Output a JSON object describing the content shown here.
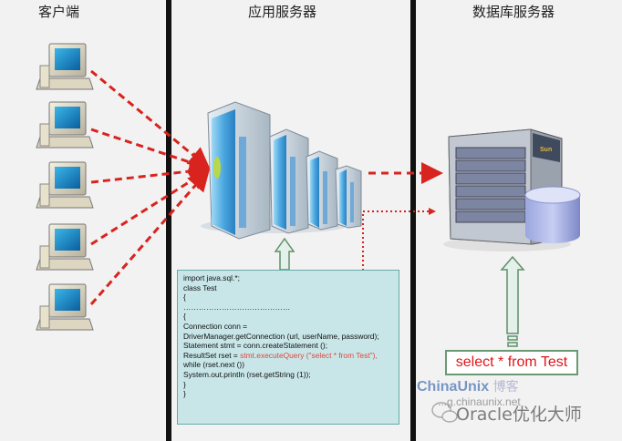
{
  "columns": {
    "client": "客户端",
    "app_server": "应用服务器",
    "db_server": "数据库服务器"
  },
  "code_lines": [
    {
      "text": "import java.sql.*;"
    },
    {
      "text": "class Test"
    },
    {
      "text": "{"
    },
    {
      "text": "……………………………………"
    },
    {
      "text": "{"
    },
    {
      "text": "Connection conn ="
    },
    {
      "text": "DriverManager.getConnection (url, userName, password);"
    },
    {
      "text": "Statement stmt = conn.createStatement ();"
    },
    {
      "text": "ResultSet rset = ",
      "hl": "stmt.executeQuery (\"select * from Test\"),"
    },
    {
      "text": "while (rset.next ())"
    },
    {
      "text": "System.out.println (rset.getString (1));"
    },
    {
      "text": "}"
    },
    {
      "text": "}"
    }
  ],
  "query_label": "select * from Test",
  "watermark": {
    "brand": "ChinaUnix",
    "brand_cn": "博客",
    "url": "...g.chinaunix.net",
    "account": "Oracle优化大师"
  },
  "colors": {
    "arrow_red": "#d8231e",
    "arrow_green": "#5f8f6a",
    "code_bg": "#c8e6e8"
  },
  "icons": [
    "computer-icon",
    "server-icon",
    "database-icon",
    "wechat-icon"
  ]
}
